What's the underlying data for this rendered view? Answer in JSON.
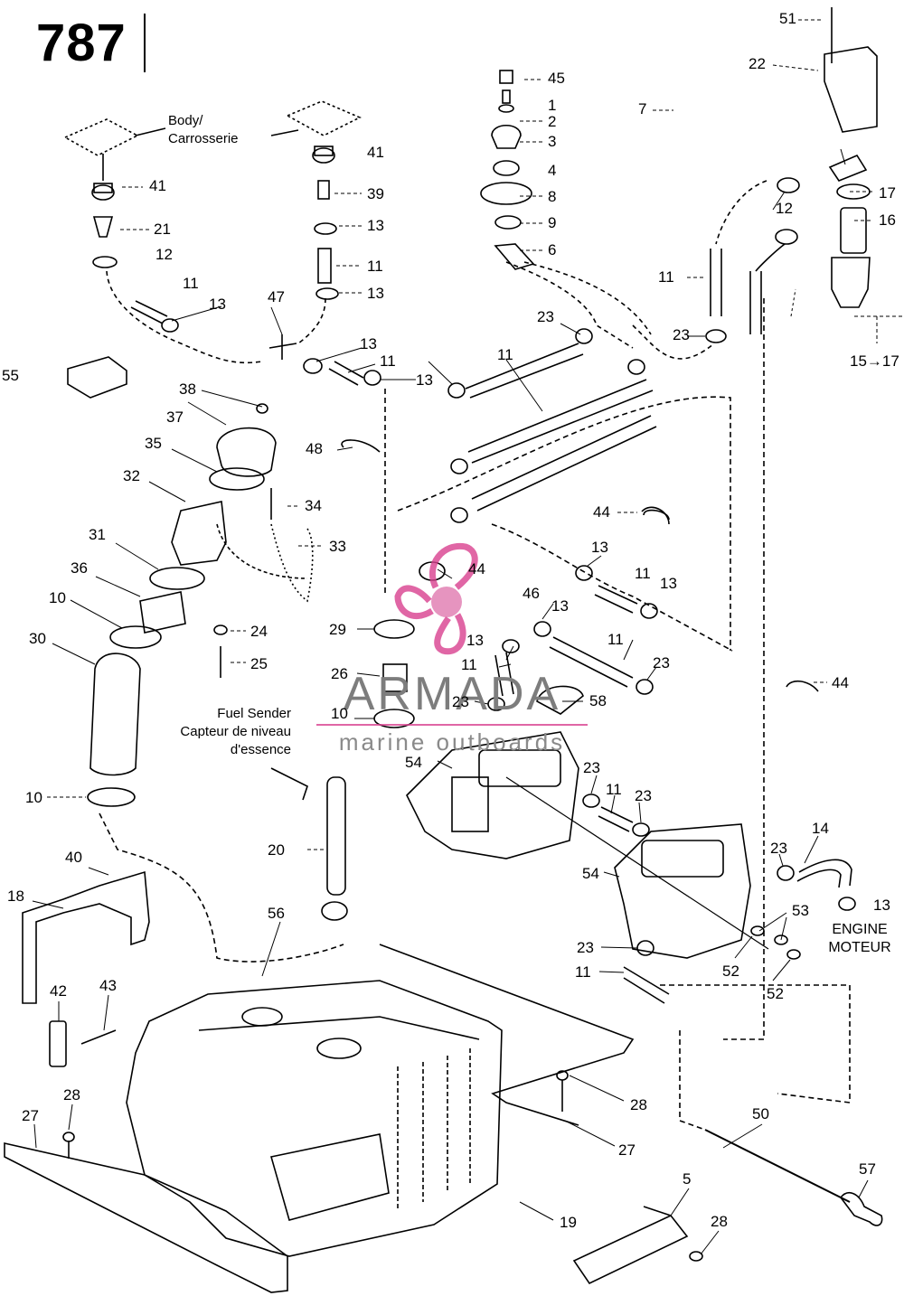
{
  "diagram": {
    "page_number": "787",
    "labels": {
      "body": "Body/",
      "body_fr": "Carrosserie",
      "fuel_sender": "Fuel Sender",
      "fuel_sender_fr1": "Capteur de niveau",
      "fuel_sender_fr2": "d'essence",
      "engine": "ENGINE",
      "engine_fr": "MOTEUR"
    },
    "watermark": {
      "line1": "ARMADA",
      "line2": "marine outboards",
      "accent": "#d9418f"
    },
    "callouts": [
      {
        "id": "c51",
        "text": "51"
      },
      {
        "id": "c22",
        "text": "22"
      },
      {
        "id": "c7",
        "text": "7"
      },
      {
        "id": "c45",
        "text": "45"
      },
      {
        "id": "c1",
        "text": "1"
      },
      {
        "id": "c2",
        "text": "2"
      },
      {
        "id": "c3",
        "text": "3"
      },
      {
        "id": "c4",
        "text": "4"
      },
      {
        "id": "c8",
        "text": "8"
      },
      {
        "id": "c9",
        "text": "9"
      },
      {
        "id": "c6",
        "text": "6"
      },
      {
        "id": "c41a",
        "text": "41"
      },
      {
        "id": "c41b",
        "text": "41"
      },
      {
        "id": "c21",
        "text": "21"
      },
      {
        "id": "c12a",
        "text": "12"
      },
      {
        "id": "c39",
        "text": "39"
      },
      {
        "id": "c13a",
        "text": "13"
      },
      {
        "id": "c11a",
        "text": "11"
      },
      {
        "id": "c13b",
        "text": "13"
      },
      {
        "id": "c11b",
        "text": "11"
      },
      {
        "id": "c13c",
        "text": "13"
      },
      {
        "id": "c47",
        "text": "47"
      },
      {
        "id": "c13d",
        "text": "13"
      },
      {
        "id": "c11c",
        "text": "11"
      },
      {
        "id": "c13e",
        "text": "13"
      },
      {
        "id": "c55",
        "text": "55"
      },
      {
        "id": "c11d",
        "text": "11"
      },
      {
        "id": "c17a",
        "text": "17"
      },
      {
        "id": "c16",
        "text": "16"
      },
      {
        "id": "c12b",
        "text": "12"
      },
      {
        "id": "c11e",
        "text": "11"
      },
      {
        "id": "c23a",
        "text": "23"
      },
      {
        "id": "c23b",
        "text": "23"
      },
      {
        "id": "c15",
        "text": "15→17"
      },
      {
        "id": "c38",
        "text": "38"
      },
      {
        "id": "c37",
        "text": "37"
      },
      {
        "id": "c35",
        "text": "35"
      },
      {
        "id": "c48",
        "text": "48"
      },
      {
        "id": "c32",
        "text": "32"
      },
      {
        "id": "c34",
        "text": "34"
      },
      {
        "id": "c33",
        "text": "33"
      },
      {
        "id": "c31",
        "text": "31"
      },
      {
        "id": "c36",
        "text": "36"
      },
      {
        "id": "c10a",
        "text": "10"
      },
      {
        "id": "c30",
        "text": "30"
      },
      {
        "id": "c24",
        "text": "24"
      },
      {
        "id": "c25",
        "text": "25"
      },
      {
        "id": "c44a",
        "text": "44"
      },
      {
        "id": "c13f",
        "text": "13"
      },
      {
        "id": "c11f",
        "text": "11"
      },
      {
        "id": "c13g",
        "text": "13"
      },
      {
        "id": "c44b",
        "text": "44"
      },
      {
        "id": "c46",
        "text": "46"
      },
      {
        "id": "c13h",
        "text": "13"
      },
      {
        "id": "c29",
        "text": "29"
      },
      {
        "id": "c13i",
        "text": "13"
      },
      {
        "id": "c11g",
        "text": "11"
      },
      {
        "id": "c11h",
        "text": "11"
      },
      {
        "id": "c23c",
        "text": "23"
      },
      {
        "id": "c26",
        "text": "26"
      },
      {
        "id": "c23d",
        "text": "23"
      },
      {
        "id": "c58",
        "text": "58"
      },
      {
        "id": "c10b",
        "text": "10"
      },
      {
        "id": "c44c",
        "text": "44"
      },
      {
        "id": "c54a",
        "text": "54"
      },
      {
        "id": "c23e",
        "text": "23"
      },
      {
        "id": "c11i",
        "text": "11"
      },
      {
        "id": "c23f",
        "text": "23"
      },
      {
        "id": "c10c",
        "text": "10"
      },
      {
        "id": "c20",
        "text": "20"
      },
      {
        "id": "c54b",
        "text": "54"
      },
      {
        "id": "c14",
        "text": "14"
      },
      {
        "id": "c23g",
        "text": "23"
      },
      {
        "id": "c13j",
        "text": "13"
      },
      {
        "id": "c53",
        "text": "53"
      },
      {
        "id": "c40",
        "text": "40"
      },
      {
        "id": "c18",
        "text": "18"
      },
      {
        "id": "c56",
        "text": "56"
      },
      {
        "id": "c23h",
        "text": "23"
      },
      {
        "id": "c11j",
        "text": "11"
      },
      {
        "id": "c52a",
        "text": "52"
      },
      {
        "id": "c52b",
        "text": "52"
      },
      {
        "id": "c42",
        "text": "42"
      },
      {
        "id": "c43",
        "text": "43"
      },
      {
        "id": "c28a",
        "text": "28"
      },
      {
        "id": "c27a",
        "text": "27"
      },
      {
        "id": "c28b",
        "text": "28"
      },
      {
        "id": "c27b",
        "text": "27"
      },
      {
        "id": "c50",
        "text": "50"
      },
      {
        "id": "c57",
        "text": "57"
      },
      {
        "id": "c19",
        "text": "19"
      },
      {
        "id": "c5",
        "text": "5"
      },
      {
        "id": "c28c",
        "text": "28"
      }
    ]
  }
}
